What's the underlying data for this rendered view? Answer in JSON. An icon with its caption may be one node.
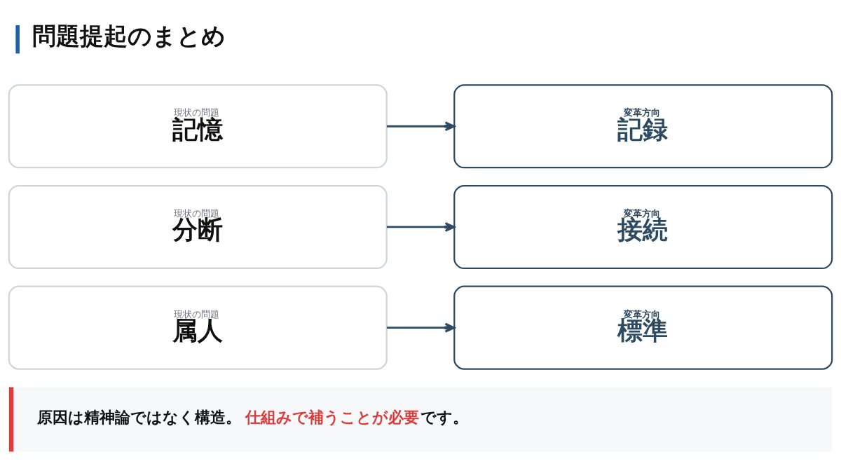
{
  "diagram": {
    "title": "問題提起のまとめ",
    "nodes": [
      {
        "text": [
          "現状の問題",
          "記憶"
        ]
      },
      {
        "text": [
          "変革方向",
          "記録"
        ]
      },
      {
        "text": [
          "現状の問題",
          "分断"
        ]
      },
      {
        "text": [
          "変革方向",
          "接続"
        ]
      },
      {
        "text": [
          "現状の問題",
          "属人"
        ]
      },
      {
        "text": [
          "変革方向",
          "標準"
        ]
      },
      {
        "text": [
          "原因は精神論ではなく構造。",
          "仕組みで補うことが必要",
          "です。"
        ]
      }
    ],
    "edges": [
      {
        "from": 0,
        "to": 1,
        "arrow": "to"
      },
      {
        "from": 2,
        "to": 3,
        "arrow": "to"
      },
      {
        "from": 4,
        "to": 5,
        "arrow": "to"
      }
    ]
  }
}
